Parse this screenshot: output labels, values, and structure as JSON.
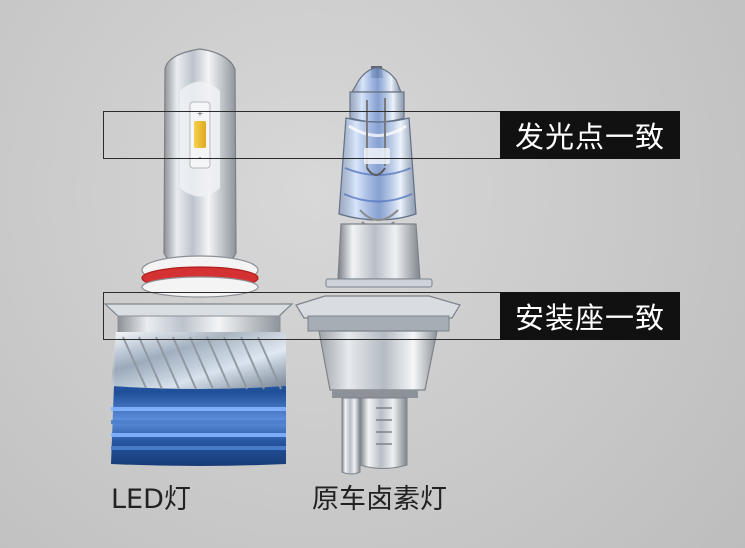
{
  "labels": {
    "light_point": "发光点一致",
    "socket": "安装座一致",
    "led": "LED灯",
    "halogen": "原车卤素灯"
  },
  "colors": {
    "background": "#c8c8c8",
    "callout_bg": "#111111",
    "callout_text": "#ffffff",
    "caption_text": "#222222",
    "led_blue": "#2f6fc4",
    "red_ring": "#d22727"
  },
  "icons": {
    "led_bulb": "led-bulb-illustration",
    "halogen_bulb": "halogen-bulb-illustration"
  }
}
